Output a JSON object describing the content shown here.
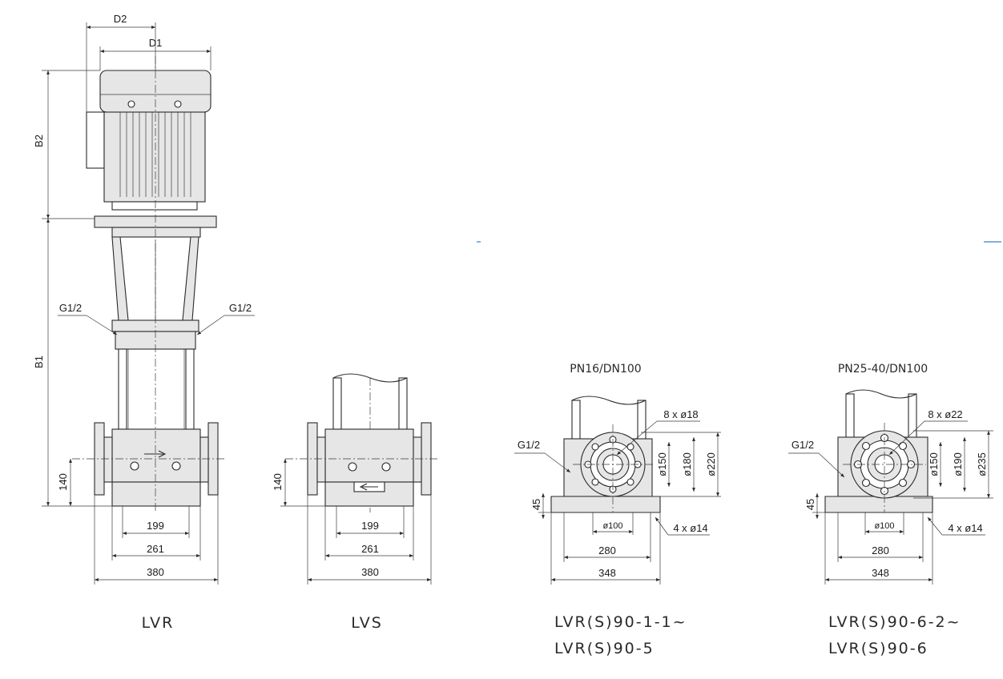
{
  "views": {
    "lvr": {
      "caption": "LVR",
      "dims": {
        "d2": "D2",
        "d1": "D1",
        "b2": "B2",
        "b1": "B1",
        "g_left": "G1/2",
        "g_right": "G1/2",
        "h140": "140",
        "w199": "199",
        "w261": "261",
        "w380": "380"
      }
    },
    "lvs": {
      "caption": "LVS",
      "dims": {
        "h140": "140",
        "w199": "199",
        "w261": "261",
        "w380": "380"
      }
    },
    "pn16": {
      "header": "PN16/DN100",
      "caption_line1": "LVR(S)90-1-1~",
      "caption_line2": "LVR(S)90-5",
      "dims": {
        "bolts": "8 x ø18",
        "g": "G1/2",
        "d150": "ø150",
        "d180": "ø180",
        "d220": "ø220",
        "h45": "45",
        "d100": "ø100",
        "holes": "4 x ø14",
        "w280": "280",
        "w348": "348"
      }
    },
    "pn25": {
      "header": "PN25-40/DN100",
      "caption_line1": "LVR(S)90-6-2~",
      "caption_line2": "LVR(S)90-6",
      "dims": {
        "bolts": "8 x ø22",
        "g": "G1/2",
        "d150": "ø150",
        "d190": "ø190",
        "d235": "ø235",
        "h45": "45",
        "d100": "ø100",
        "holes": "4 x ø14",
        "w280": "280",
        "w348": "348"
      }
    }
  },
  "colors": {
    "line": "#2a2a2a",
    "fill": "#e6e6e6",
    "accent": "#3a7fc0"
  }
}
